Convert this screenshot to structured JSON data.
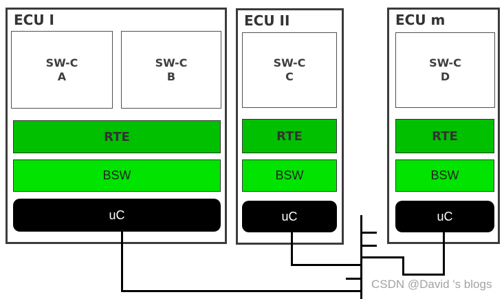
{
  "watermark": "CSDN @David 's blogs",
  "colors": {
    "frame_border": "#3b3b3b",
    "box_border": "#4f4f4f",
    "title_text": "#333333",
    "rte_green": "#00c000",
    "bsw_green": "#00e400",
    "uc_black": "#000000",
    "uc_text": "#ffffff",
    "line_black": "#000000",
    "watermark_gray": "#a3a3a3"
  },
  "ecus": [
    {
      "title": "ECU I",
      "swcs": [
        {
          "line1": "SW-C",
          "line2": "A"
        },
        {
          "line1": "SW-C",
          "line2": "B"
        }
      ],
      "rte": "RTE",
      "bsw": "BSW",
      "uc": "uC"
    },
    {
      "title": "ECU II",
      "swcs": [
        {
          "line1": "SW-C",
          "line2": "C"
        }
      ],
      "rte": "RTE",
      "bsw": "BSW",
      "uc": "uC"
    },
    {
      "title": "ECU m",
      "swcs": [
        {
          "line1": "SW-C",
          "line2": "D"
        }
      ],
      "rte": "RTE",
      "bsw": "BSW",
      "uc": "uC"
    }
  ]
}
